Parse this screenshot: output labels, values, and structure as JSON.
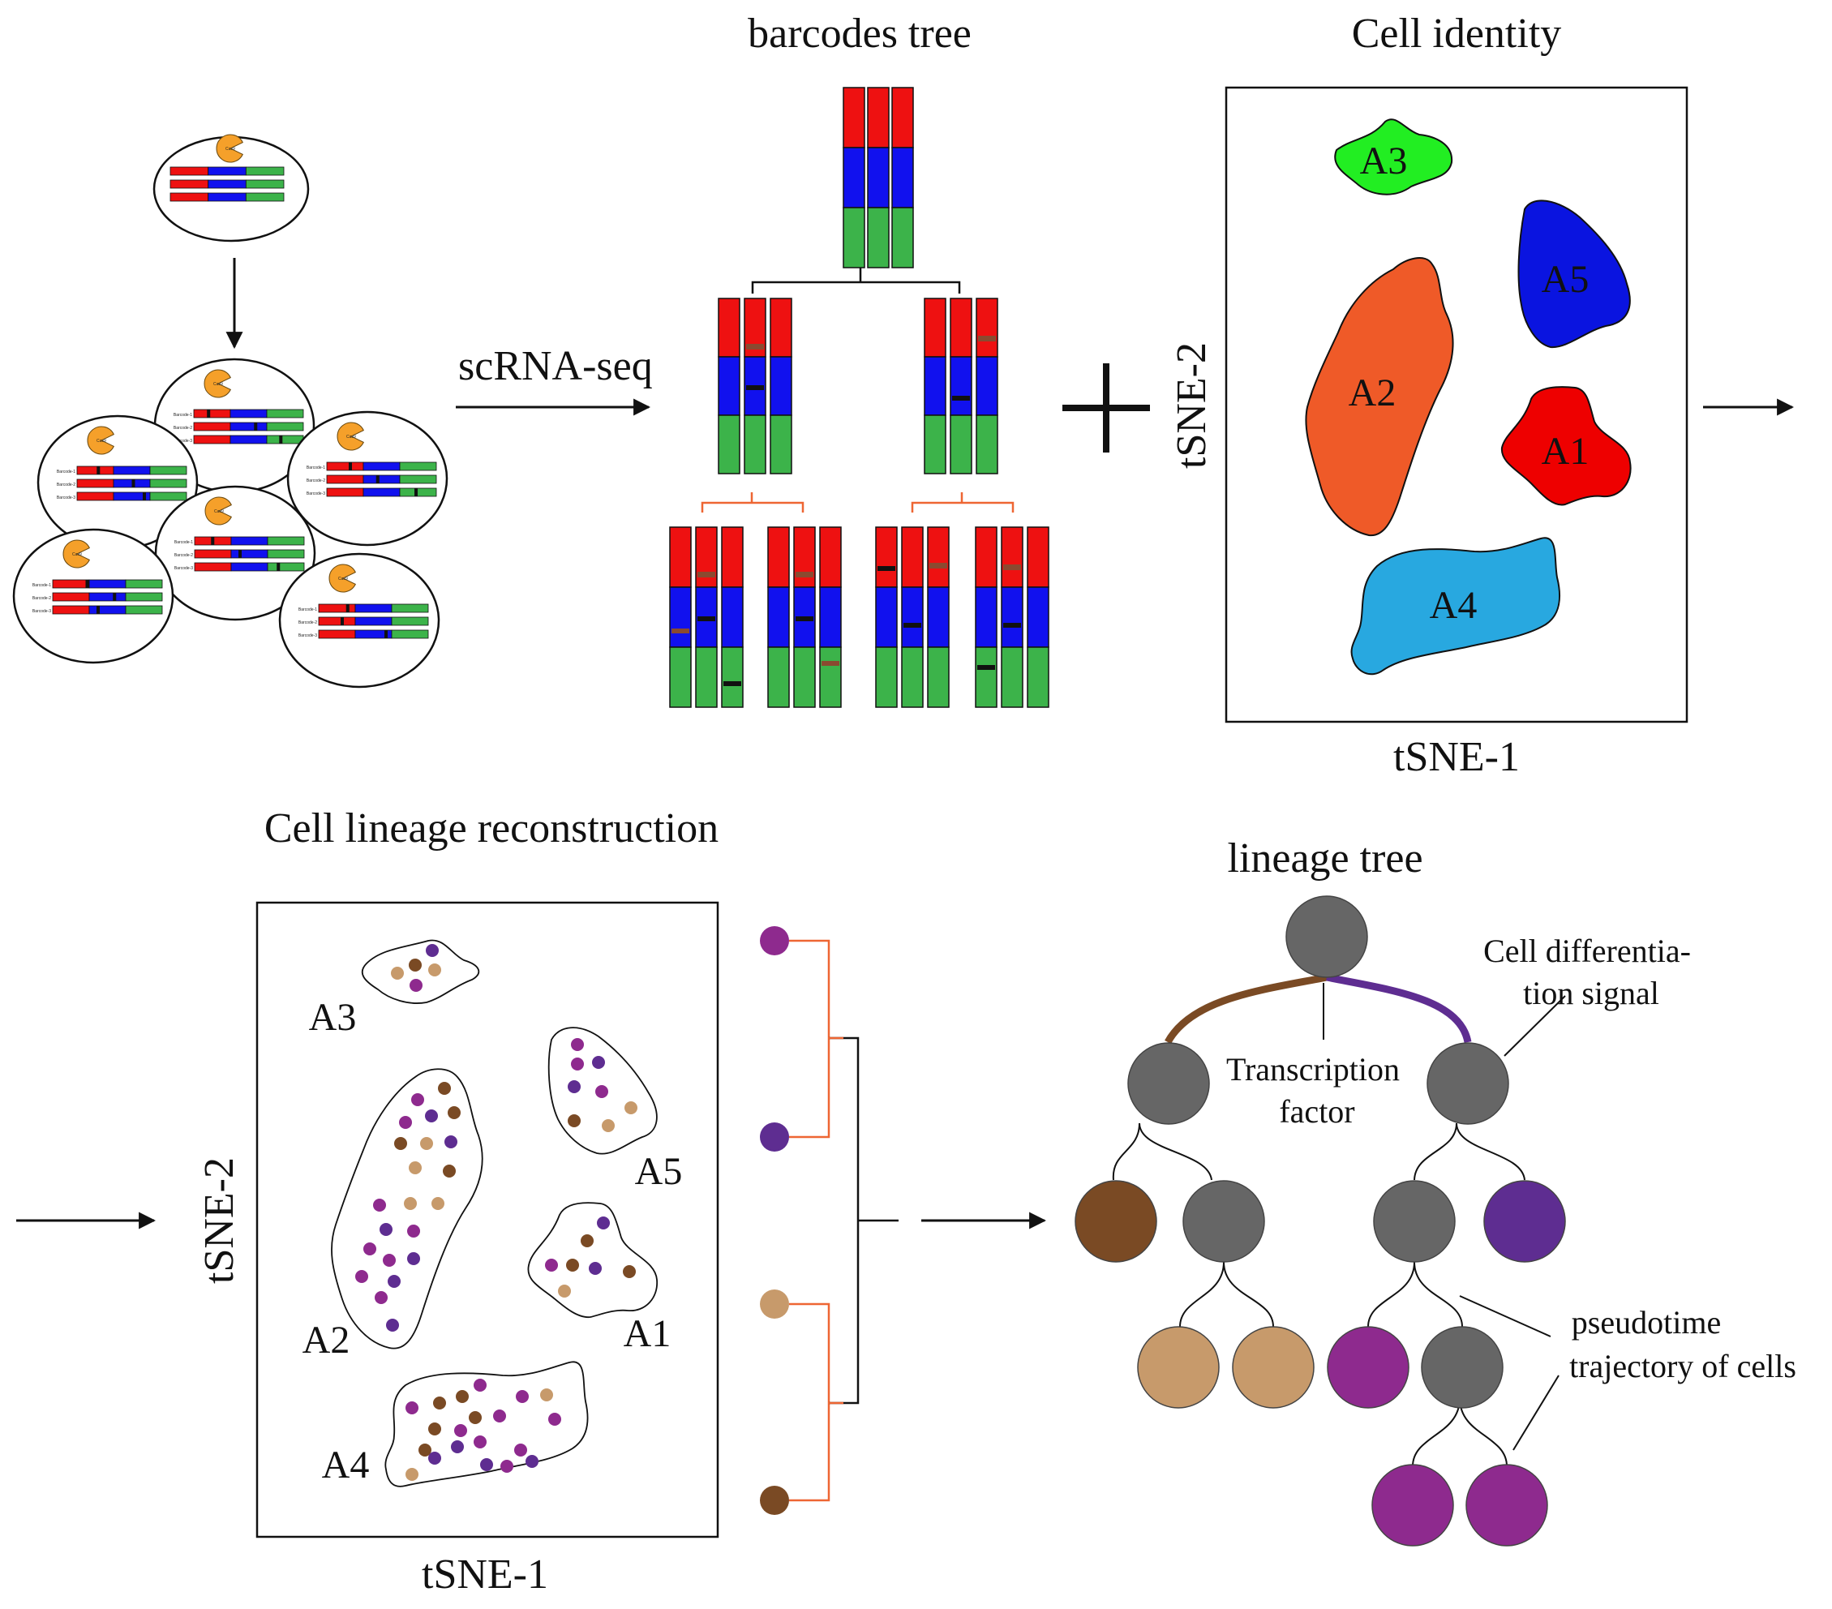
{
  "colors": {
    "red": "#ee1111",
    "blue": "#1111ee",
    "green": "#3cb34a",
    "orange_link": "#ee6633",
    "gray_node": "#666666",
    "brown": "#7a4a24",
    "tan": "#c79a6b",
    "purple": "#8e2a8e",
    "violet": "#5e2d91",
    "cas9_orange": "#f5a02a",
    "A1": "#ee0000",
    "A2": "#ef5a28",
    "A3": "#22ee22",
    "A4": "#28a8e0",
    "A5": "#0a14e0"
  },
  "step1": {
    "cas_label": "Cas9",
    "barcode_labels": [
      "Barcode-1",
      "Barcode-2",
      "Barcode-3"
    ]
  },
  "step2": {
    "arrow_label": "scRNA-seq",
    "title": "barcodes tree"
  },
  "step3": {
    "title": "Cell identity",
    "xlabel": "tSNE-1",
    "ylabel": "tSNE-2",
    "clusters": [
      "A3",
      "A5",
      "A2",
      "A1",
      "A4"
    ]
  },
  "step4": {
    "title": "Cell lineage reconstruction",
    "xlabel": "tSNE-1",
    "ylabel": "tSNE-2",
    "clusters": [
      "A3",
      "A5",
      "A2",
      "A1",
      "A4"
    ]
  },
  "step5": {
    "title": "lineage tree",
    "annotation_tf": [
      "Transcription",
      "factor"
    ],
    "annotation_signal": [
      "Cell differentia-",
      "tion signal"
    ],
    "annotation_pseudotime": [
      "pseudotime",
      "trajectory of cells"
    ]
  }
}
